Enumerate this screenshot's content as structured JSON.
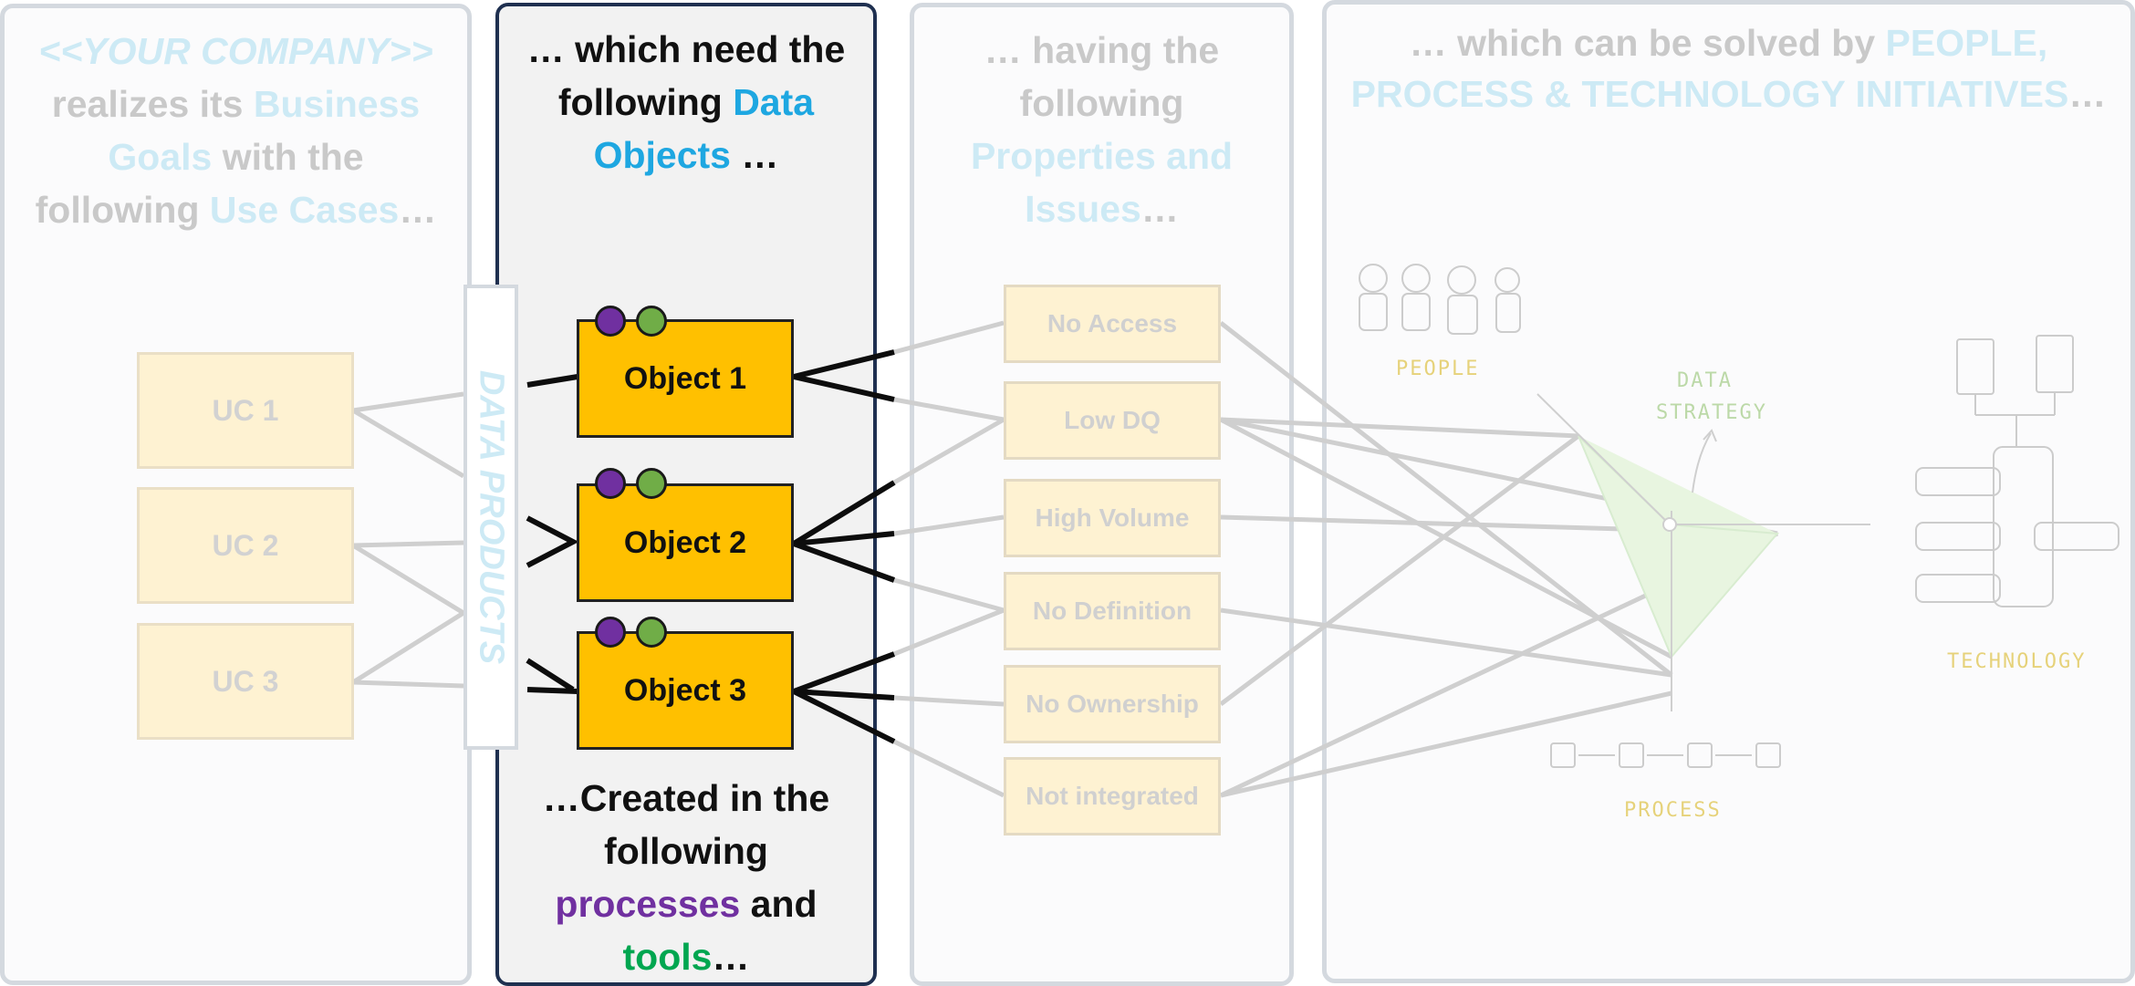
{
  "panels": {
    "company": {
      "lines": [
        [
          {
            "t": "<<YOUR COMPANY>>",
            "s": "hl-faded italic"
          }
        ],
        [
          {
            "t": "realizes its ",
            "s": ""
          },
          {
            "t": "Business",
            "s": "hl-faded"
          }
        ],
        [
          {
            "t": "Goals",
            "s": "hl-faded"
          },
          {
            "t": " with the",
            "s": ""
          }
        ],
        [
          {
            "t": "following ",
            "s": ""
          },
          {
            "t": "Use Cases",
            "s": "hl-faded"
          },
          {
            "t": "…",
            "s": ""
          }
        ]
      ],
      "use_cases": [
        "UC 1",
        "UC 2",
        "UC 3"
      ]
    },
    "data_products_label": "DATA PRODUCTS",
    "objects": {
      "lines": [
        [
          {
            "t": "… which need the",
            "s": ""
          }
        ],
        [
          {
            "t": "following ",
            "s": ""
          },
          {
            "t": "Data",
            "s": "hl-blue"
          }
        ],
        [
          {
            "t": "Objects",
            "s": "hl-blue"
          },
          {
            "t": " …",
            "s": ""
          }
        ]
      ],
      "items": [
        "Object 1",
        "Object 2",
        "Object 3"
      ],
      "footer_lines": [
        [
          {
            "t": "…Created in the",
            "s": ""
          }
        ],
        [
          {
            "t": "following",
            "s": ""
          }
        ],
        [
          {
            "t": "processes",
            "s": "hl-purple"
          },
          {
            "t": " and",
            "s": ""
          }
        ],
        [
          {
            "t": "tools",
            "s": "hl-green"
          },
          {
            "t": "…",
            "s": ""
          }
        ]
      ]
    },
    "properties": {
      "lines": [
        [
          {
            "t": "… having the",
            "s": ""
          }
        ],
        [
          {
            "t": "following",
            "s": ""
          }
        ],
        [
          {
            "t": "Properties and",
            "s": "hl-faded"
          }
        ],
        [
          {
            "t": "Issues",
            "s": "hl-faded"
          },
          {
            "t": "…",
            "s": ""
          }
        ]
      ],
      "items": [
        "No Access",
        "Low DQ",
        "High Volume",
        "No Definition",
        "No Ownership",
        "Not integrated"
      ]
    },
    "solutions": {
      "lines": [
        [
          {
            "t": "… which can be solved by ",
            "s": ""
          },
          {
            "t": "PEOPLE,",
            "s": "hl-faded"
          }
        ],
        [
          {
            "t": "PROCESS & TECHNOLOGY INITIATIVES",
            "s": "hl-faded"
          },
          {
            "t": "…",
            "s": ""
          }
        ]
      ],
      "sketch_labels": {
        "people": "PEOPLE",
        "strategy_line1": "DATA",
        "strategy_line2": "STRATEGY",
        "process": "PROCESS",
        "technology": "TECHNOLOGY"
      }
    }
  },
  "colors": {
    "object_fill": "#ffc000",
    "process_dot": "#7030a0",
    "tool_dot": "#70ad47",
    "accent_blue": "#1ea7e1",
    "faded_line": "#c8c8c8"
  }
}
